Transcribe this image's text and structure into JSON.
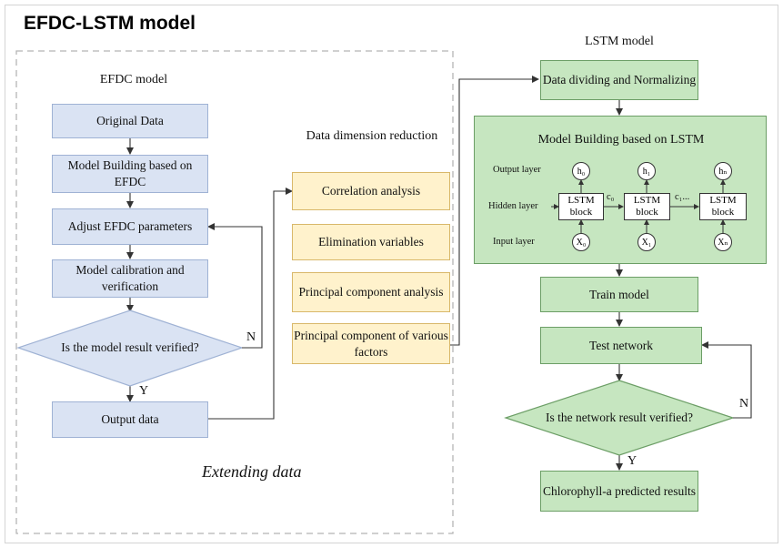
{
  "title": "EFDC-LSTM model",
  "efdc": {
    "label": "EFDC model",
    "boxes": [
      "Original Data",
      "Model Building based on EFDC",
      "Adjust EFDC parameters",
      "Model calibration and verification"
    ],
    "decision": "Is the model result verified?",
    "no_label": "N",
    "yes_label": "Y",
    "output": "Output data",
    "extending": "Extending data"
  },
  "reduction": {
    "label": "Data dimension reduction",
    "boxes": [
      "Correlation analysis",
      "Elimination variables",
      "Principal component analysis",
      "Principal component of various factors"
    ]
  },
  "lstm": {
    "label": "LSTM model",
    "dividing": "Data dividing and Normalizing",
    "building_title": "Model Building based on LSTM",
    "layers": {
      "output": "Output layer",
      "hidden": "Hidden layer",
      "input": "Input layer"
    },
    "block_label": "LSTM block",
    "h_labels": [
      "h₀",
      "h₁",
      "hₙ"
    ],
    "x_labels": [
      "X₀",
      "X₁",
      "Xₙ"
    ],
    "c_labels": [
      "c₀",
      "c₁..."
    ],
    "train": "Train model",
    "test": "Test network",
    "decision": "Is the network result verified?",
    "no_label": "N",
    "yes_label": "Y",
    "result": "Chlorophyll-a predicted results"
  },
  "colors": {
    "blue_fill": "#dae3f3",
    "yellow_fill": "#fff2cc",
    "green_fill": "#c6e6c0"
  }
}
